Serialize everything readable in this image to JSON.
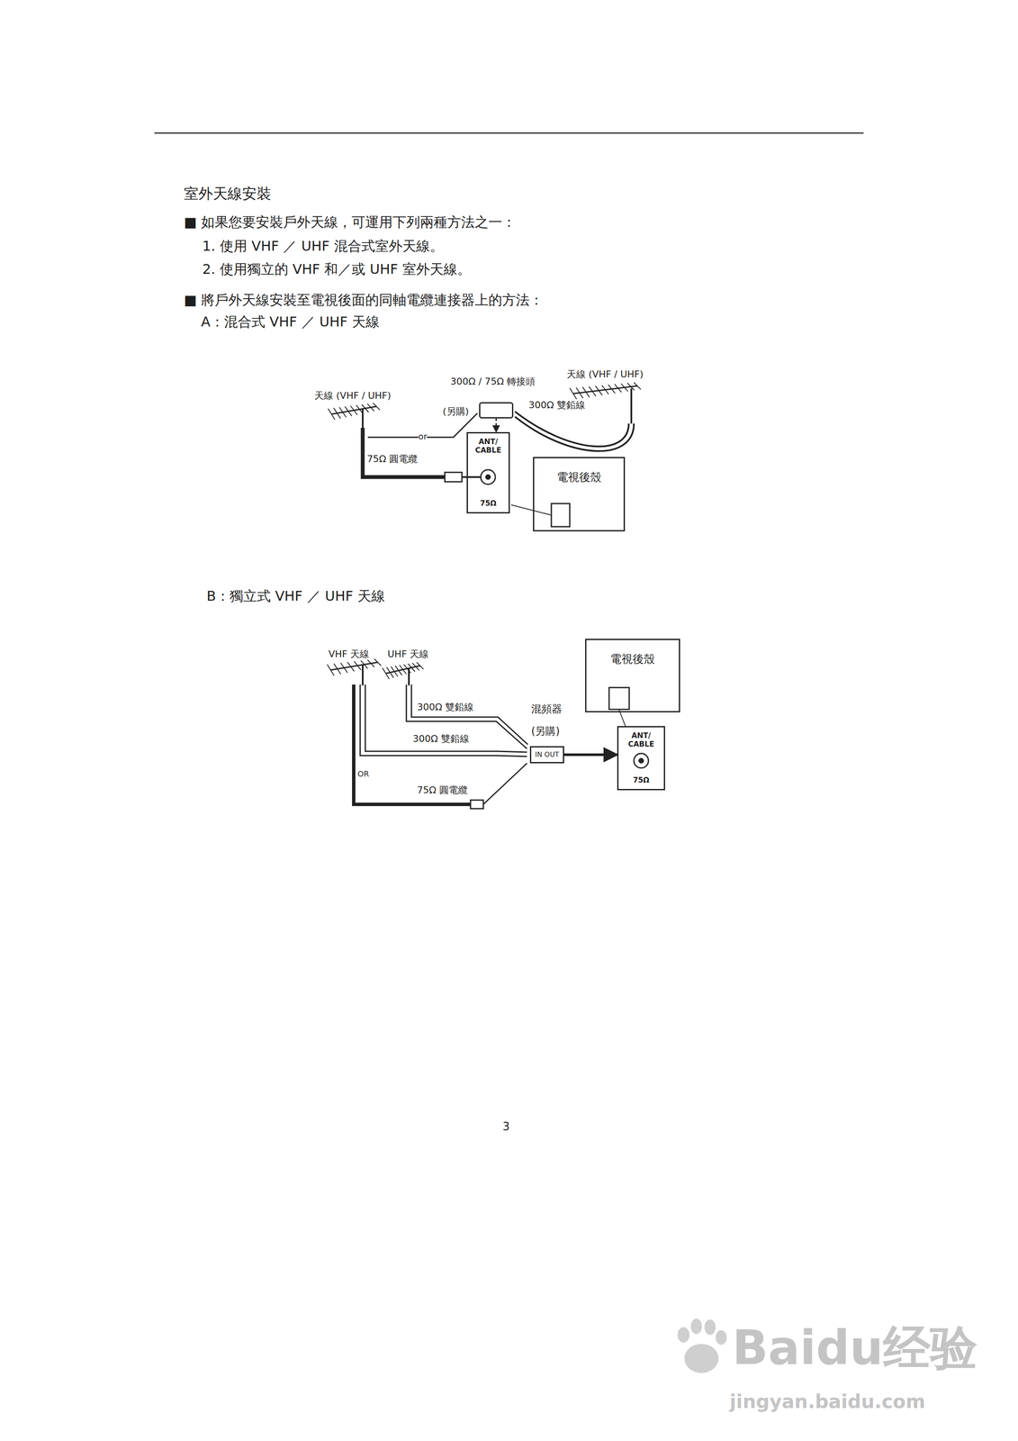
{
  "diagram": {
    "title": "室外天線安裝",
    "nodes": [
      {
        "text": [
          "電視後殼"
        ]
      },
      {
        "text": [
          "ANT/ CABLE",
          "75Ω"
        ]
      },
      {
        "text": [
          "300Ω / 75Ω 轉接頭",
          "(另購)"
        ]
      },
      {
        "text": [
          "電視後殼"
        ]
      },
      {
        "text": [
          "ANT/ CABLE",
          "75Ω"
        ]
      },
      {
        "text": [
          "混頻器",
          "(另購)",
          "IN OUT"
        ]
      }
    ],
    "edges": [
      {
        "from": 2,
        "to": 1,
        "arrow": "to"
      },
      {
        "from": 5,
        "to": 4,
        "arrow": "to"
      }
    ],
    "labels": [
      "■ 如果您要安裝戶外天線，可運用下列兩種方法之一：",
      "1. 使用 VHF ／ UHF 混合式室外天線。",
      "2. 使用獨立的 VHF 和／或 UHF 室外天線。",
      "■ 將戶外天線安裝至電視後面的同軸電纜連接器上的方法：",
      "A：混合式 VHF ／ UHF 天線",
      "天線 (VHF / UHF)",
      "天線 (VHF / UHF)",
      "300Ω 雙鉛線",
      "75Ω 圓電纜",
      "or",
      "B：獨立式 VHF ／ UHF 天線",
      "VHF 天線",
      "UHF 天線",
      "300Ω 雙鉛線",
      "300Ω 雙鉛線",
      "OR",
      "75Ω 圓電纜",
      "3",
      "Baidu经验",
      "jingyan.baidu.com"
    ]
  }
}
